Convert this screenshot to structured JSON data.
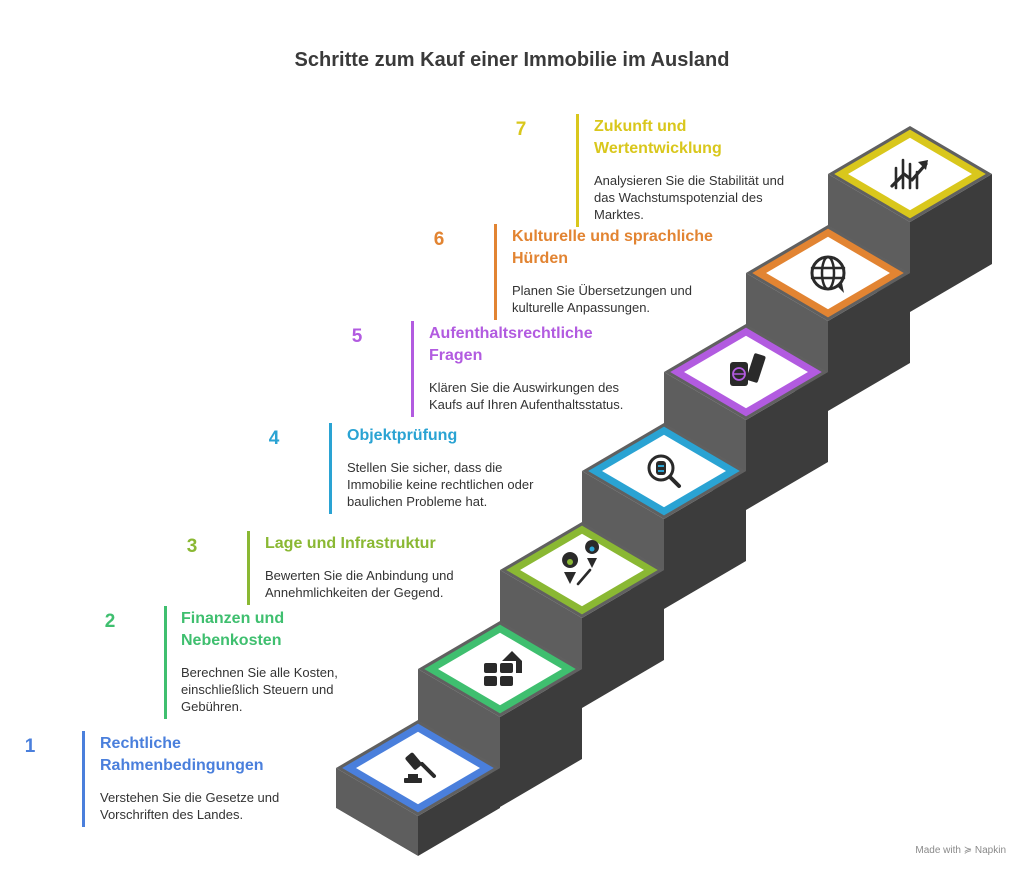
{
  "title": "Schritte zum Kauf einer Immobilie im Ausland",
  "steps": [
    {
      "number": "1",
      "title": "Rechtliche Rahmenbedingungen",
      "title_lines": [
        "Rechtliche",
        "Rahmenbedingungen"
      ],
      "description_lines": [
        "Verstehen Sie die Gesetze und",
        "Vorschriften des Landes."
      ],
      "color": "#4a7fdc",
      "icon": "gavel-icon"
    },
    {
      "number": "2",
      "title": "Finanzen und Nebenkosten",
      "title_lines": [
        "Finanzen und",
        "Nebenkosten"
      ],
      "description_lines": [
        "Berechnen Sie alle Kosten,",
        "einschließlich Steuern und",
        "Gebühren."
      ],
      "color": "#3fbf6f",
      "icon": "calculator-house-icon"
    },
    {
      "number": "3",
      "title": "Lage und Infrastruktur",
      "title_lines": [
        "Lage und Infrastruktur"
      ],
      "description_lines": [
        "Bewerten Sie die Anbindung und",
        "Annehmlichkeiten der Gegend."
      ],
      "color": "#8ab833",
      "icon": "location-pins-icon"
    },
    {
      "number": "4",
      "title": "Objektprüfung",
      "title_lines": [
        "Objektprüfung"
      ],
      "description_lines": [
        "Stellen Sie sicher, dass die",
        "Immobilie keine rechtlichen oder",
        "baulichen Probleme hat."
      ],
      "color": "#2aa3d3",
      "icon": "magnifier-building-icon"
    },
    {
      "number": "5",
      "title": "Aufenthaltsrechtliche Fragen",
      "title_lines": [
        "Aufenthaltsrechtliche",
        "Fragen"
      ],
      "description_lines": [
        "Klären Sie die Auswirkungen des",
        "Kaufs auf Ihren Aufenthaltsstatus."
      ],
      "color": "#b25be0",
      "icon": "passport-icon"
    },
    {
      "number": "6",
      "title": "Kulturelle und sprachliche Hürden",
      "title_lines": [
        "Kulturelle und sprachliche",
        "Hürden"
      ],
      "description_lines": [
        "Planen Sie Übersetzungen und",
        "kulturelle Anpassungen."
      ],
      "color": "#e28432",
      "icon": "globe-chat-icon"
    },
    {
      "number": "7",
      "title": "Zukunft und Wertentwicklung",
      "title_lines": [
        "Zukunft und",
        "Wertentwicklung"
      ],
      "description_lines": [
        "Analysieren Sie die Stabilität und",
        "das Wachstumspotenzial des",
        "Marktes."
      ],
      "color": "#d9c71c",
      "icon": "growth-chart-icon"
    }
  ],
  "footer": "Made with ≽ Napkin"
}
